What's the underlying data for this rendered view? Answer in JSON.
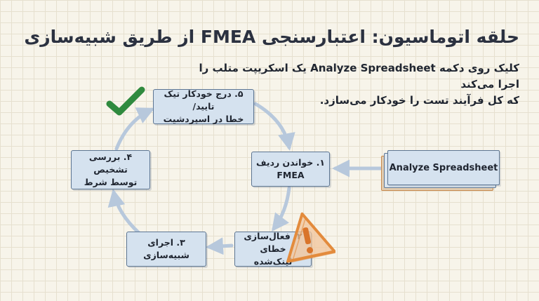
{
  "title": "حلقه اتوماسیون: اعتبارسنجی FMEA از طریق شبیه‌سازی",
  "description": {
    "line1": "کلیک روی دکمه Analyze Spreadsheet یک اسکریپت متلب را اجرا می‌کند",
    "line2": "که کل فرآیند تست را خودکار می‌سازد."
  },
  "button": {
    "label": "Analyze Spreadsheet"
  },
  "steps": [
    {
      "label": "۱. خواندن ردیف FMEA"
    },
    {
      "line1": "۲. فعال‌سازی",
      "line2": "خطای لینک‌شده"
    },
    {
      "label": "۳. اجرای شبیه‌سازی"
    },
    {
      "line1": "۴. بررسی تشخیص",
      "line2": "توسط شرط"
    },
    {
      "line1": "۵. درج خودکار تیک تایید/",
      "line2": "خطا در اسپردشیت"
    }
  ],
  "icons": {
    "success": "checkmark-icon",
    "warning": "warning-icon"
  },
  "colors": {
    "node_fill": "#d5e2ef",
    "node_border": "#5c7592",
    "arrow": "#b7c8dc",
    "check": "#2f8a3e",
    "warning": "#e38b3c"
  }
}
